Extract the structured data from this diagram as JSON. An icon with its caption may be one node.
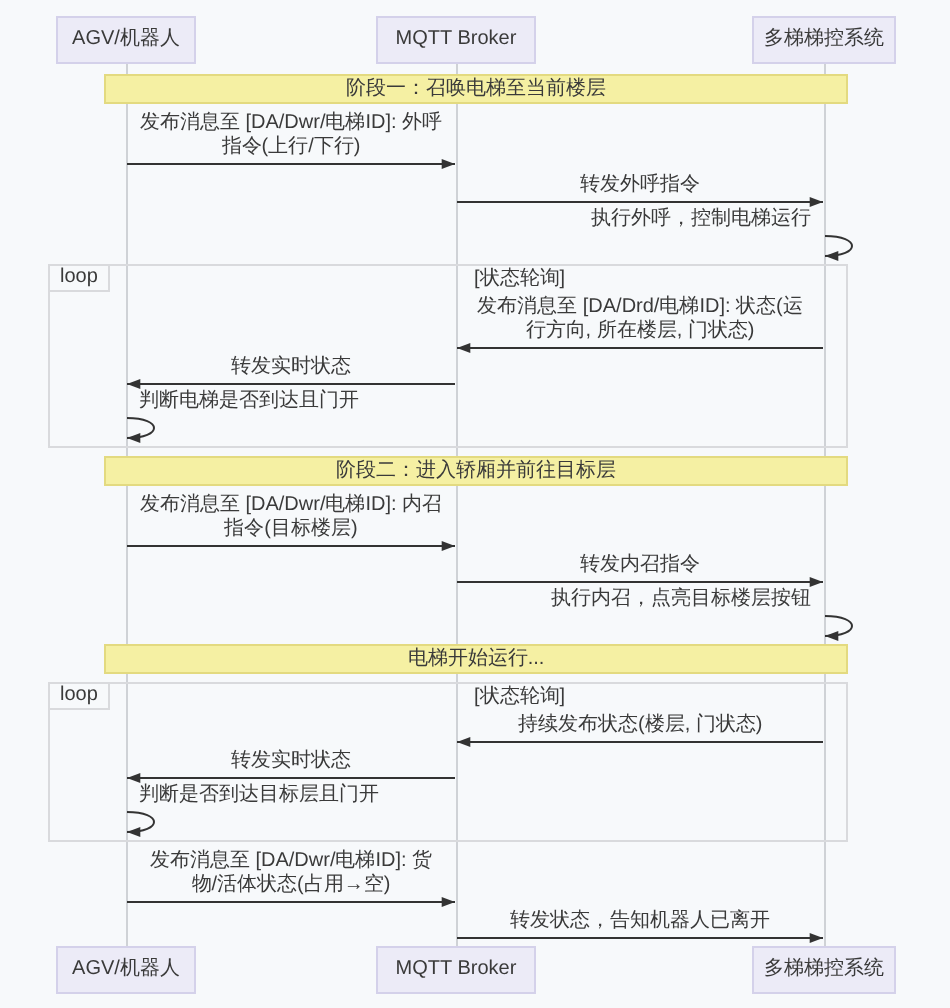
{
  "diagram": {
    "nodes": [
      {
        "text": [
          "AGV/机器人"
        ]
      },
      {
        "text": [
          "MQTT Broker"
        ]
      },
      {
        "text": [
          "多梯梯控系统"
        ]
      },
      {
        "text": [],
        "shape": "line"
      },
      {
        "text": [],
        "shape": "line"
      },
      {
        "text": [],
        "shape": "line"
      },
      {
        "text": [
          "阶段一：召唤电梯至当前楼层"
        ]
      },
      {
        "text": [
          "阶段二：进入轿厢并前往目标层"
        ]
      },
      {
        "text": [
          "电梯开始运行..."
        ]
      },
      {
        "text": [
          "AGV/机器人"
        ]
      },
      {
        "text": [
          "MQTT Broker"
        ]
      },
      {
        "text": [
          "多梯梯控系统"
        ]
      }
    ],
    "edges": [
      {
        "from": 3,
        "to": 4,
        "label": "发布消息至 [DA/Dwr/电梯ID]: 外呼指令(上行/下行)",
        "arrow": "to"
      },
      {
        "from": 4,
        "to": 5,
        "label": "转发外呼指令",
        "arrow": "to"
      },
      {
        "from": 5,
        "to": 5,
        "label": "执行外呼，控制电梯运行",
        "arrow": "to"
      },
      {
        "from": 5,
        "to": 4,
        "label": "发布消息至 [DA/Drd/电梯ID]: 状态(运行方向, 所在楼层, 门状态)",
        "arrow": "to"
      },
      {
        "from": 4,
        "to": 3,
        "label": "转发实时状态",
        "arrow": "to"
      },
      {
        "from": 3,
        "to": 3,
        "label": "判断电梯是否到达且门开",
        "arrow": "to"
      },
      {
        "from": 3,
        "to": 4,
        "label": "发布消息至 [DA/Dwr/电梯ID]: 内召指令(目标楼层)",
        "arrow": "to"
      },
      {
        "from": 4,
        "to": 5,
        "label": "转发内召指令",
        "arrow": "to"
      },
      {
        "from": 5,
        "to": 5,
        "label": "执行内召，点亮目标楼层按钮",
        "arrow": "to"
      },
      {
        "from": 5,
        "to": 4,
        "label": "持续发布状态(楼层, 门状态)",
        "arrow": "to"
      },
      {
        "from": 4,
        "to": 3,
        "label": "转发实时状态",
        "arrow": "to"
      },
      {
        "from": 3,
        "to": 3,
        "label": "判断是否到达目标层且门开",
        "arrow": "to"
      },
      {
        "from": 3,
        "to": 4,
        "label": "发布消息至 [DA/Dwr/电梯ID]: 货物/活体状态(占用→空)",
        "arrow": "to"
      },
      {
        "from": 4,
        "to": 5,
        "label": "转发状态，告知机器人已离开",
        "arrow": "to"
      }
    ],
    "labels": [
      "loop",
      "[状态轮询]",
      "loop",
      "[状态轮询]"
    ]
  }
}
